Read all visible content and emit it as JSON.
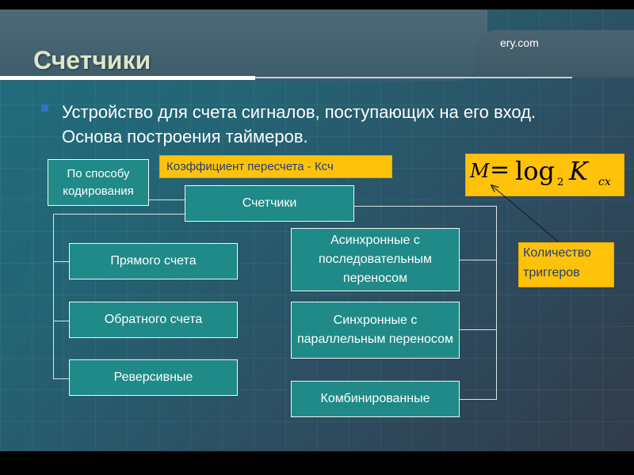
{
  "slide": {
    "title": "Счетчики",
    "watermark": "ery.com",
    "bullet": "Устройство для счета сигналов, поступающих на его вход. Основа построения таймеров."
  },
  "diagram": {
    "root": "Счетчики",
    "encoding_label": "По способу кодирования",
    "coefficient_label": "Коэффициент пересчета - Ксч",
    "formula": {
      "lhs": "M",
      "op": "log",
      "base": "2",
      "arg": "K",
      "sub": "сх"
    },
    "triggers_note": "Количество триггеров",
    "direction": [
      "Прямого счета",
      "Обратного счета",
      "Реверсивные"
    ],
    "transfer": [
      "Асинхронные с последовательным переносом",
      "Синхронные с параллельным переносом",
      "Комбинированные"
    ]
  },
  "colors": {
    "box_fill": "#1f8a88",
    "highlight_fill": "#ffc20a",
    "highlight_text": "#1f3f7a",
    "title_text": "#dde6c8"
  }
}
